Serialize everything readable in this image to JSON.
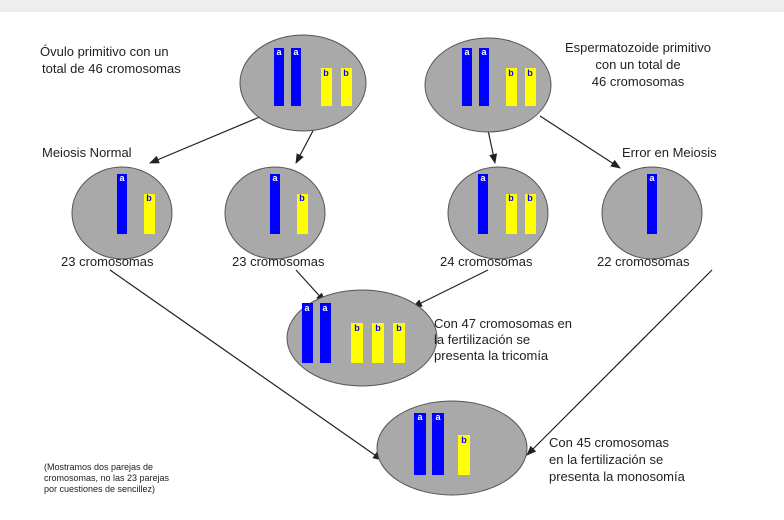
{
  "colors": {
    "cell": "#a9a9a9",
    "chromosome_a": "#0000ff",
    "chromosome_b": "#ffff00",
    "arrow": "#222222"
  },
  "labels": {
    "ovulo": [
      "Óvulo primitivo con un",
      "total de 46 cromosomas"
    ],
    "esperma": [
      "Espermatozoide primitivo",
      "con un total de",
      "46 cromosomas"
    ],
    "meiosis_normal": "Meiosis Normal",
    "error_meiosis": "Error en Meiosis",
    "count_1": "23 cromosomas",
    "count_2": "23 cromosomas",
    "count_3": "24 cromosomas",
    "count_4": "22 cromosomas",
    "trisomia": [
      "Con 47 cromosomas en",
      "la fertilización se",
      "presenta la tricomía"
    ],
    "monosomia": [
      "Con 45 cromosomas",
      "en la fertilización se",
      "presenta la monosomía"
    ],
    "note": [
      "(Mostramos dos parejas de",
      "cromosomas, no las 23 parejas",
      "por cuestiones de sencillez)"
    ]
  },
  "gene_letters": {
    "a": "a",
    "b": "b"
  }
}
